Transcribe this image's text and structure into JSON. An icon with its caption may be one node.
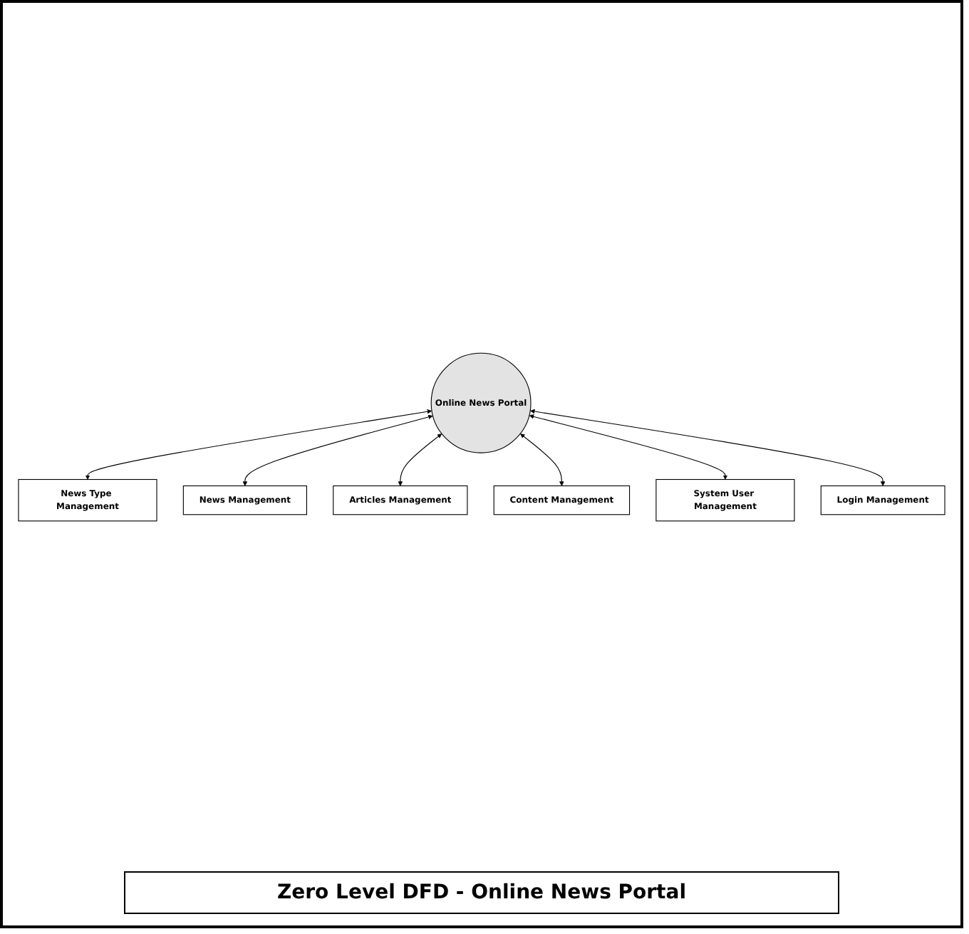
{
  "diagram": {
    "title": "Zero Level DFD - Online News Portal",
    "nodes": [
      {
        "text": [
          "News Type Management"
        ]
      },
      {
        "text": [
          "News Management"
        ]
      },
      {
        "text": [
          "Articles Management"
        ]
      },
      {
        "text": [
          "Online News Portal"
        ]
      },
      {
        "text": [
          "Content Management"
        ]
      },
      {
        "text": [
          "System User Management"
        ]
      },
      {
        "text": [
          "Login Management"
        ]
      }
    ],
    "edges": [
      {
        "from": 3,
        "to": 0,
        "arrow": "both"
      },
      {
        "from": 3,
        "to": 1,
        "arrow": "both"
      },
      {
        "from": 3,
        "to": 2,
        "arrow": "both"
      },
      {
        "from": 3,
        "to": 4,
        "arrow": "both"
      },
      {
        "from": 3,
        "to": 5,
        "arrow": "both"
      },
      {
        "from": 3,
        "to": 6,
        "arrow": "both"
      }
    ]
  }
}
